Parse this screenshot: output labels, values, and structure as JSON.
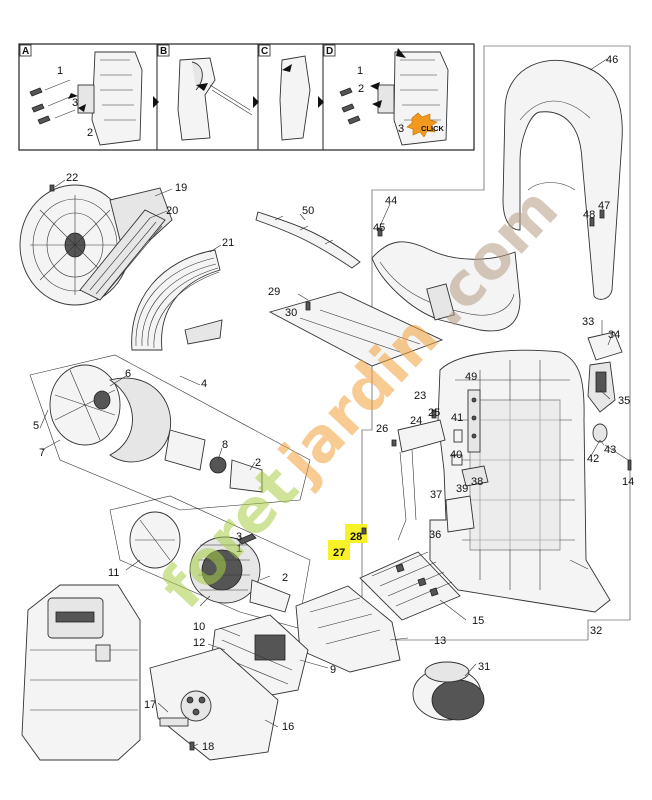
{
  "steps": [
    {
      "letter": "A",
      "callouts": [
        "1",
        "2",
        "3"
      ]
    },
    {
      "letter": "B",
      "callouts": []
    },
    {
      "letter": "C",
      "callouts": []
    },
    {
      "letter": "D",
      "callouts": [
        "1",
        "2",
        "3"
      ],
      "badge": "CLICK"
    }
  ],
  "parts": {
    "p1": "1",
    "p2a": "2",
    "p2b": "2",
    "p3": "3",
    "p4": "4",
    "p5": "5",
    "p6": "6",
    "p7": "7",
    "p8": "8",
    "p9": "9",
    "p10": "10",
    "p11": "11",
    "p12": "12",
    "p13": "13",
    "p14": "14",
    "p15": "15",
    "p16": "16",
    "p17": "17",
    "p18": "18",
    "p19": "19",
    "p20": "20",
    "p21": "21",
    "p22": "22",
    "p23": "23",
    "p24": "24",
    "p25": "25",
    "p26": "26",
    "p27": "27",
    "p28": "28",
    "p29": "29",
    "p30": "30",
    "p31": "31",
    "p32": "32",
    "p33": "33",
    "p34": "34",
    "p35": "35",
    "p36": "36",
    "p37": "37",
    "p38": "38",
    "p39": "39",
    "p40": "40",
    "p41": "41",
    "p42": "42",
    "p43": "43",
    "p44": "44",
    "p45": "45",
    "p46": "46",
    "p47": "47",
    "p48": "48",
    "p49": "49",
    "p50": "50"
  },
  "highlight": {
    "labels": [
      "27",
      "28"
    ],
    "color": "#f7f227"
  },
  "watermark": {
    "logo_text": "foretjardin.com",
    "colors": {
      "green": "#a8cf45",
      "orange": "#f2a23a",
      "brown": "#b59e84"
    }
  },
  "colors": {
    "badge": "#f39a1e",
    "line": "#333333"
  }
}
